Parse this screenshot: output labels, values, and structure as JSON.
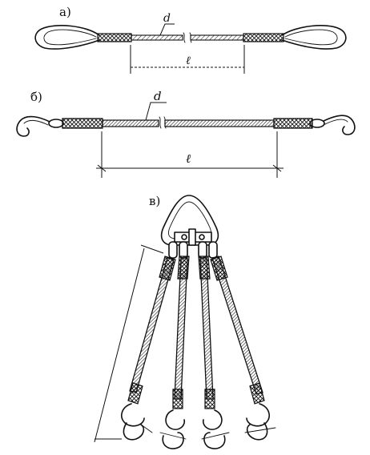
{
  "figure_a": {
    "label": "а)",
    "diameter_label": "d",
    "length_label": "ℓ"
  },
  "figure_b": {
    "label": "б)",
    "diameter_label": "d",
    "length_label": "ℓ"
  },
  "figure_c": {
    "label": "в)"
  }
}
